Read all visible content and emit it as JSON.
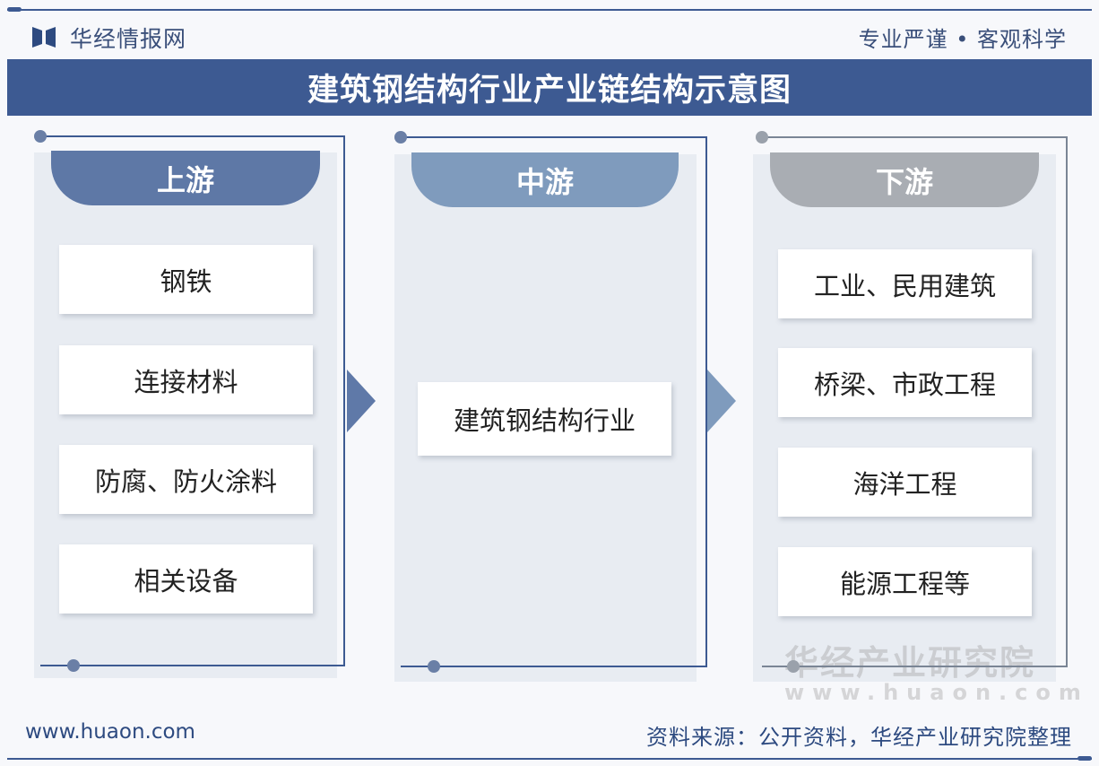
{
  "header": {
    "brand": "华经情报网",
    "slogan": "专业严谨 • 客观科学",
    "title": "建筑钢结构行业产业链结构示意图"
  },
  "colors": {
    "primary": "#3d5a92",
    "upstream": "#5e78a6",
    "midstream": "#7f9bbd",
    "downstream": "#a9adb3"
  },
  "upstream": {
    "label": "上游",
    "items": [
      "钢铁",
      "连接材料",
      "防腐、防火涂料",
      "相关设备"
    ]
  },
  "midstream": {
    "label": "中游",
    "items": [
      "建筑钢结构行业"
    ]
  },
  "downstream": {
    "label": "下游",
    "items": [
      "工业、民用建筑",
      "桥梁、市政工程",
      "海洋工程",
      "能源工程等"
    ]
  },
  "watermark": {
    "name": "华经产业研究院",
    "url": "www.huaon.com"
  },
  "footer": {
    "website": "www.huaon.com",
    "source": "资料来源：公开资料，华经产业研究院整理"
  }
}
